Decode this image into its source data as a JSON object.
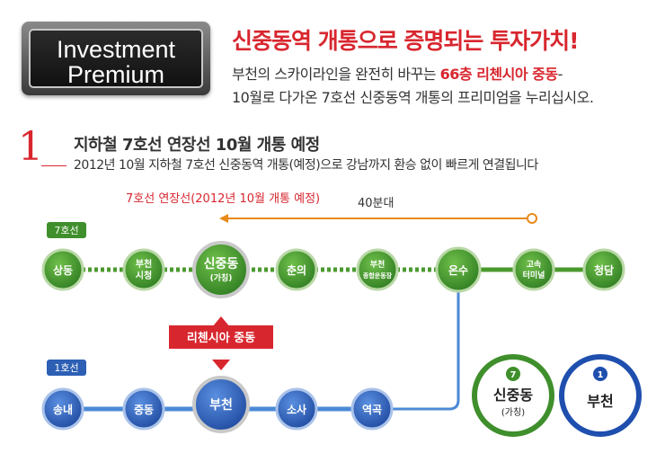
{
  "badge": {
    "line1": "Investment",
    "line2": "Premium"
  },
  "headline": "신중동역 개통으로 증명되는 투자가치!",
  "intro": {
    "line1_pre": "부천의 스카이라인을 완전히 바꾸는 ",
    "line1_highlight": "66층 리첸시아 중동",
    "line1_post": "-",
    "line2": "10월로 다가온 7호선 신중동역 개통의 프리미엄을 누리십시오."
  },
  "section": {
    "number": "1",
    "title": "지하철 7호선 연장선 10월 개통 예정",
    "desc": "2012년 10월 지하철 7호선 신중동역 개통(예정)으로 강남까지 환승 없이 빠르게 연결됩니다"
  },
  "diagram": {
    "extension_label": "7호선 연장선(2012년 10월 개통 예정)",
    "time_label": "40분대",
    "line7_tag": "7호선",
    "line1_tag": "1호선",
    "project_label": "리첸시아 중동",
    "line7_stations": [
      {
        "name": "상동",
        "sub": ""
      },
      {
        "name": "부천",
        "sub": "시청"
      },
      {
        "name": "신중동",
        "sub": "(가칭)"
      },
      {
        "name": "춘의",
        "sub": ""
      },
      {
        "name": "부천",
        "sub": "종합운동장"
      },
      {
        "name": "온수",
        "sub": ""
      },
      {
        "name": "고속",
        "sub": "터미널"
      },
      {
        "name": "청담",
        "sub": ""
      }
    ],
    "line1_stations": [
      {
        "name": "송내"
      },
      {
        "name": "중동"
      },
      {
        "name": "부천"
      },
      {
        "name": "소사"
      },
      {
        "name": "역곡"
      }
    ],
    "legend": {
      "line7": {
        "num": "7",
        "name": "신중동",
        "sub": "(가칭)"
      },
      "line1": {
        "num": "1",
        "name": "부천"
      }
    },
    "colors": {
      "line7": "#3f8f2c",
      "line1": "#2d5fb4",
      "accent": "#d8262e",
      "orange": "#e88a1a"
    }
  }
}
